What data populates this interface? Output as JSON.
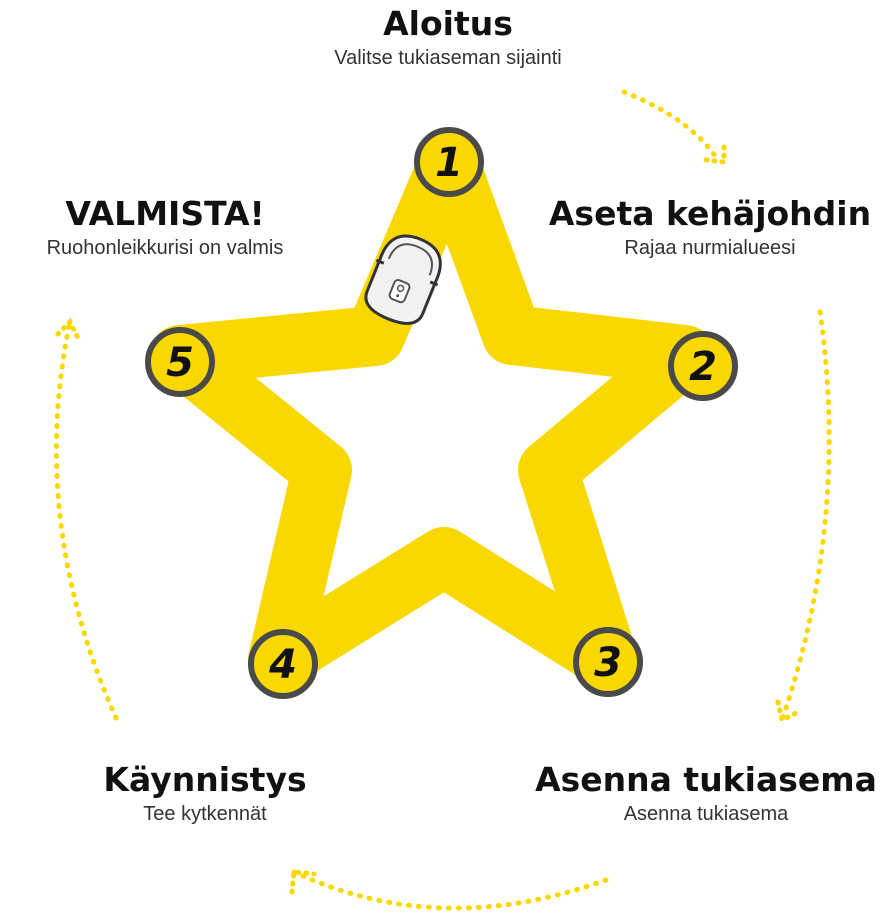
{
  "steps": [
    {
      "number": "1",
      "title": "Aloitus",
      "subtitle": "Valitse tukiaseman sijainti"
    },
    {
      "number": "2",
      "title": "Aseta kehäjohdin",
      "subtitle": "Rajaa nurmialueesi"
    },
    {
      "number": "3",
      "title": "Asenna tukiasema",
      "subtitle": "Asenna tukiasema"
    },
    {
      "number": "4",
      "title": "Käynnistys",
      "subtitle": "Tee kytkennät"
    },
    {
      "number": "5",
      "title": "VALMISTA!",
      "subtitle": "Ruohonleikkurisi on valmis"
    }
  ],
  "colors": {
    "star": "#f9d800",
    "circle_fill": "#f9d800",
    "circle_stroke": "#4a4a4a",
    "arrows": "#f9d800",
    "text": "#111111"
  },
  "icons": [
    "robot-mower-icon"
  ]
}
